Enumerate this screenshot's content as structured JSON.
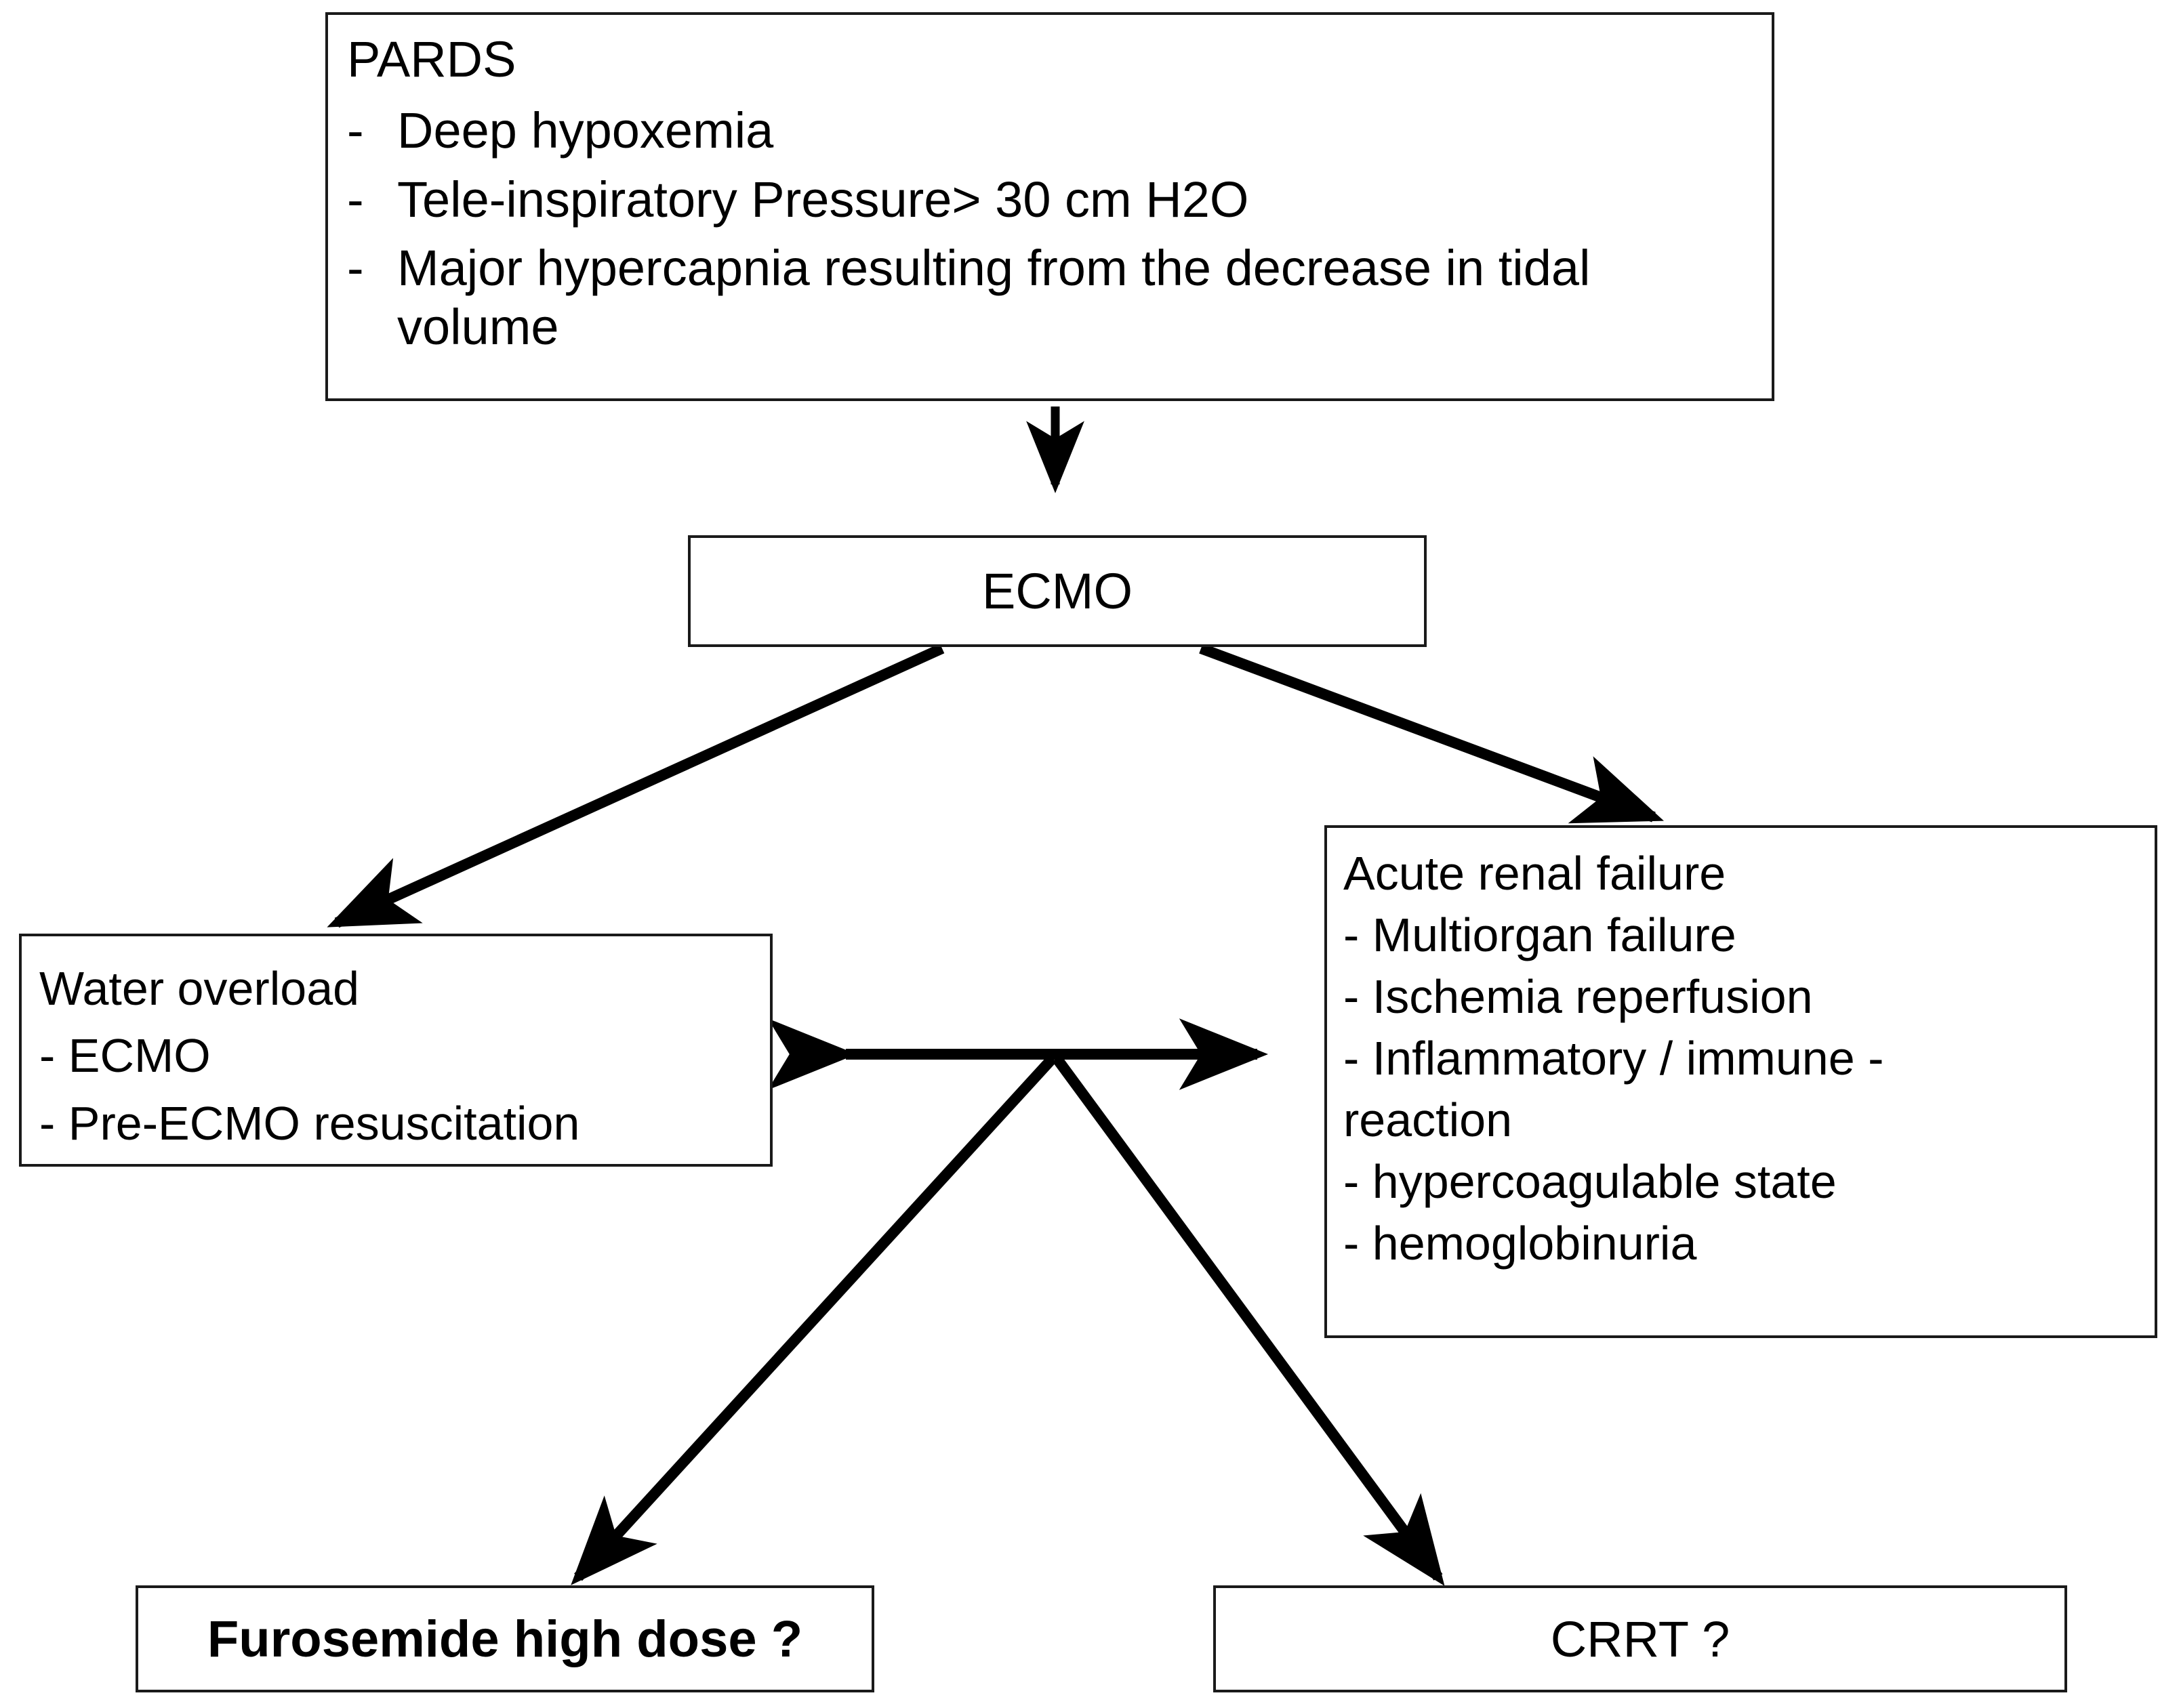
{
  "diagram": {
    "title": "PARDS ECMO renal complications flowchart",
    "stroke_color": "#1a1a1a",
    "background_color": "#ffffff"
  },
  "nodes": {
    "pards": {
      "title": "PARDS",
      "bullet_marker": "-",
      "bullets": [
        "Deep hypoxemia",
        "Tele-inspiratory  Pressure> 30 cm H2O",
        "Major hypercapnia resulting from the decrease in tidal volume"
      ]
    },
    "ecmo": {
      "label": "ECMO"
    },
    "water_overload": {
      "title": "Water overload",
      "lines": [
        "- ECMO",
        "- Pre-ECMO resuscitation"
      ]
    },
    "acute_renal_failure": {
      "title": "Acute renal failure",
      "lines": [
        "- Multiorgan failure",
        "- Ischemia reperfusion",
        "- Inflammatory / immune -",
        "reaction",
        "- hypercoagulable state",
        "- hemoglobinuria"
      ]
    },
    "furosemide": {
      "label": "Furosemide high dose ?"
    },
    "crrt": {
      "label": "CRRT ?"
    }
  },
  "connectors": [
    {
      "name": "pards-to-ecmo",
      "type": "arrow-down"
    },
    {
      "name": "ecmo-to-water-overload",
      "type": "arrow-diagonal-left"
    },
    {
      "name": "ecmo-to-acute-renal-failure",
      "type": "arrow-diagonal-right"
    },
    {
      "name": "water-overload-acute-renal-failure",
      "type": "arrow-bidirectional-horizontal"
    },
    {
      "name": "junction-to-furosemide",
      "type": "arrow-diagonal-left"
    },
    {
      "name": "junction-to-crrt",
      "type": "arrow-diagonal-right"
    }
  ]
}
